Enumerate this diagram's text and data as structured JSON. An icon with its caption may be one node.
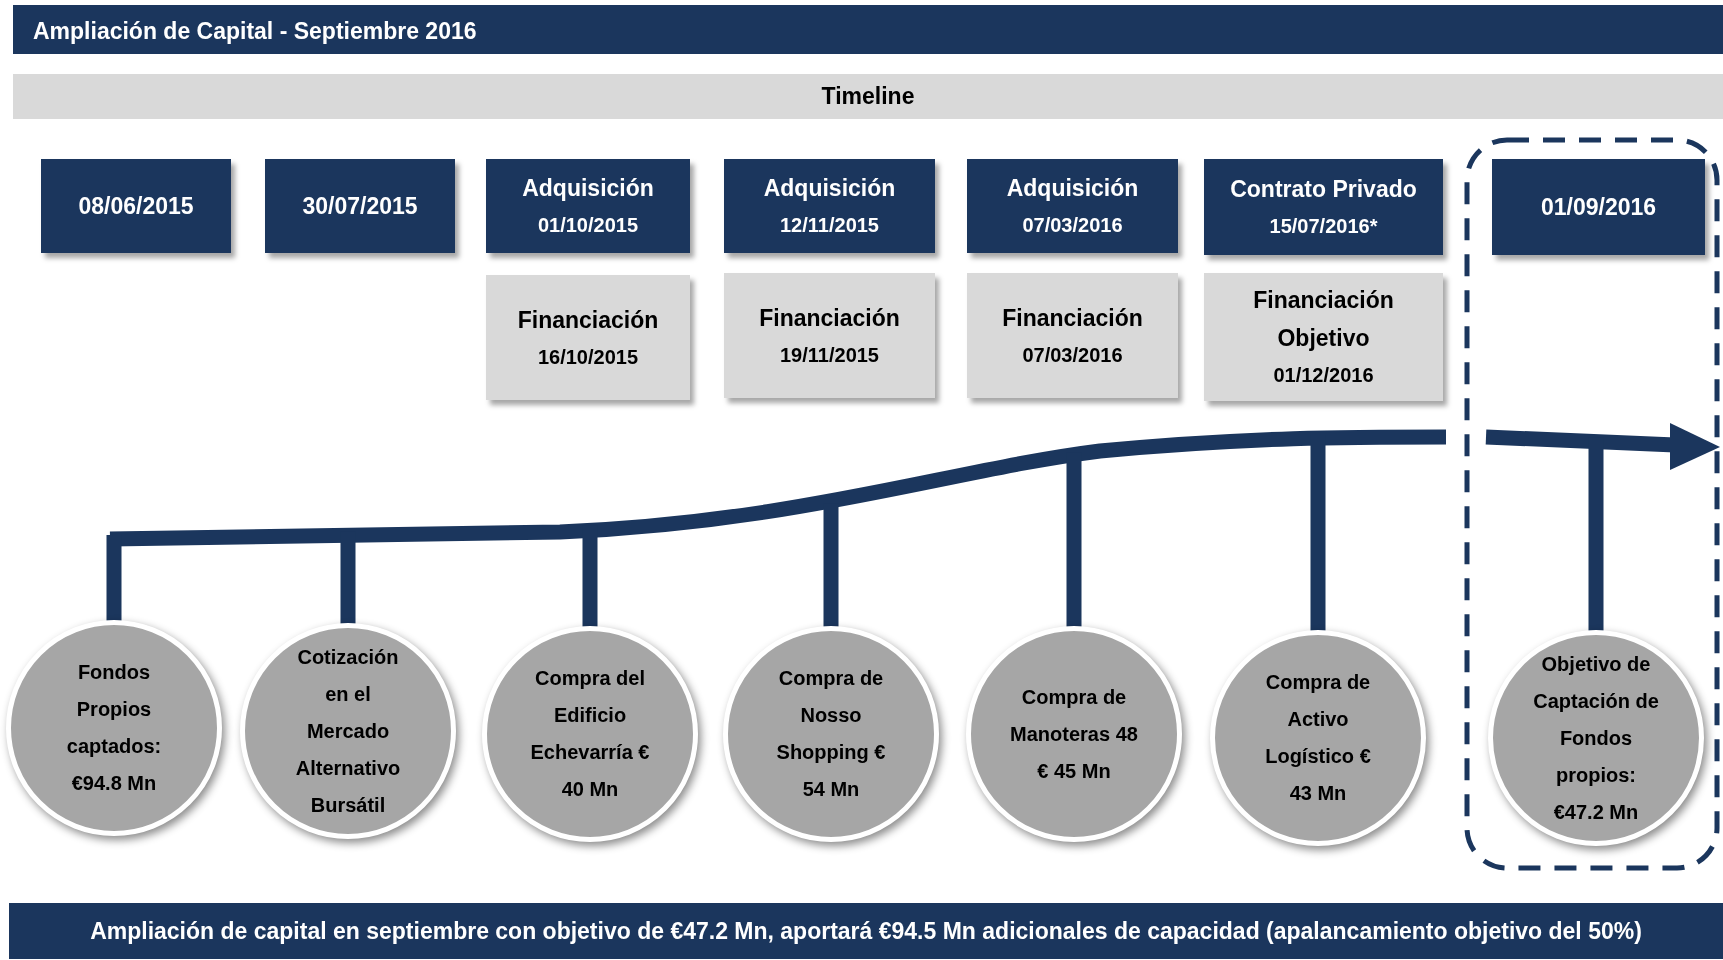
{
  "diagram": {
    "title": "Ampliación de Capital - Septiembre 2016",
    "caption": "Ampliación de capital en septiembre con objetivo de €47.2 Mn, aportará €94.5 Mn adicionales de capacidad (apalancamiento objetivo del 50%)",
    "nodes": [
      {
        "text": [
          "Timeline"
        ]
      },
      {
        "text": [
          "08/06/2015"
        ]
      },
      {
        "text": [
          "30/07/2015"
        ]
      },
      {
        "text": [
          "Adquisición",
          "01/10/2015"
        ]
      },
      {
        "text": [
          "Adquisición",
          "12/11/2015"
        ]
      },
      {
        "text": [
          "Adquisición",
          "07/03/2016"
        ]
      },
      {
        "text": [
          "Contrato Privado",
          "15/07/2016*"
        ]
      },
      {
        "text": [],
        "shape": "box"
      },
      {
        "text": [
          "01/09/2016"
        ],
        "in": 7
      },
      {
        "text": [
          "Financiación",
          "16/10/2015"
        ]
      },
      {
        "text": [
          "Financiación",
          "19/11/2015"
        ]
      },
      {
        "text": [
          "Financiación",
          "07/03/2016"
        ]
      },
      {
        "text": [
          "Financiación Objetivo",
          "01/12/2016"
        ]
      },
      {
        "text": [],
        "shape": "arrow"
      },
      {
        "text": [
          "Fondos Propios captados: €94.8 Mn"
        ]
      },
      {
        "text": [
          "Cotización en el Mercado Alternativo Bursátil"
        ]
      },
      {
        "text": [
          "Compra del Edificio Echevarría € 40 Mn"
        ]
      },
      {
        "text": [
          "Compra de Nosso Shopping € 54 Mn"
        ]
      },
      {
        "text": [
          "Compra de Manoteras 48 € 45 Mn"
        ]
      },
      {
        "text": [
          "Compra de Activo Logístico € 43 Mn"
        ]
      },
      {
        "text": [
          "Objetivo de Captación de Fondos propios: €47.2 Mn"
        ],
        "in": 7
      }
    ],
    "edges": [
      {
        "from": 13,
        "to": 14,
        "arrow": "none"
      },
      {
        "from": 13,
        "to": 15,
        "arrow": "none"
      },
      {
        "from": 13,
        "to": 16,
        "arrow": "none"
      },
      {
        "from": 13,
        "to": 17,
        "arrow": "none"
      },
      {
        "from": 13,
        "to": 18,
        "arrow": "none"
      },
      {
        "from": 13,
        "to": 19,
        "arrow": "none"
      },
      {
        "from": 13,
        "to": 20,
        "arrow": "none"
      }
    ]
  }
}
